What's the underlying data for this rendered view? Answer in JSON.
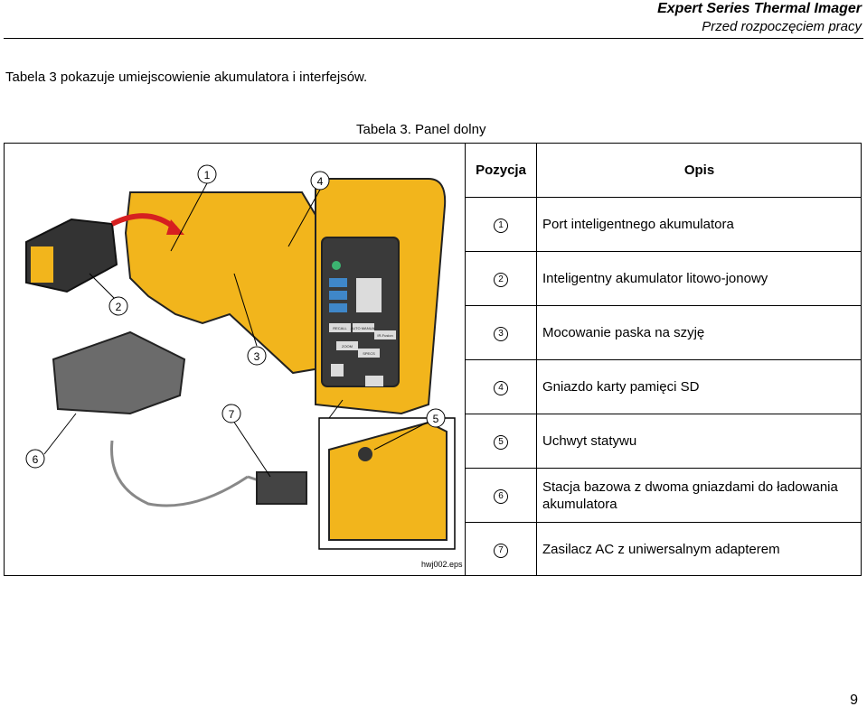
{
  "header": {
    "title": "Expert Series Thermal Imager",
    "subtitle": "Przed rozpoczęciem pracy"
  },
  "intro_text": "Tabela 3 pokazuje umiejscowienie akumulatora i interfejsów.",
  "table_caption": "Tabela 3. Panel dolny",
  "table": {
    "columns": [
      "Pozycja",
      "Opis"
    ],
    "rows": [
      {
        "item": "1",
        "desc": "Port inteligentnego akumulatora"
      },
      {
        "item": "2",
        "desc": "Inteligentny akumulator litowo-jonowy"
      },
      {
        "item": "3",
        "desc": "Mocowanie paska na szyję"
      },
      {
        "item": "4",
        "desc": "Gniazdo karty pamięci SD"
      },
      {
        "item": "5",
        "desc": "Uchwyt statywu"
      },
      {
        "item": "6",
        "desc": "Stacja bazowa z dwoma gniazdami do ładowania akumulatora"
      },
      {
        "item": "7",
        "desc": "Zasilacz AC z uniwersalnym adapterem"
      }
    ]
  },
  "figure": {
    "callouts": [
      "1",
      "4",
      "2",
      "3",
      "7",
      "5",
      "6"
    ],
    "button_labels": [
      "RECALL",
      "AUTO MANUAL",
      "IR-Fusion",
      "ZOOM",
      "SPECS"
    ],
    "file_code": "hwj002.eps"
  },
  "page_number": "9",
  "colors": {
    "body_yellow": "#f2b51c",
    "dark_gray": "#4a4a4a",
    "panel_gray": "#3a3a3a"
  }
}
